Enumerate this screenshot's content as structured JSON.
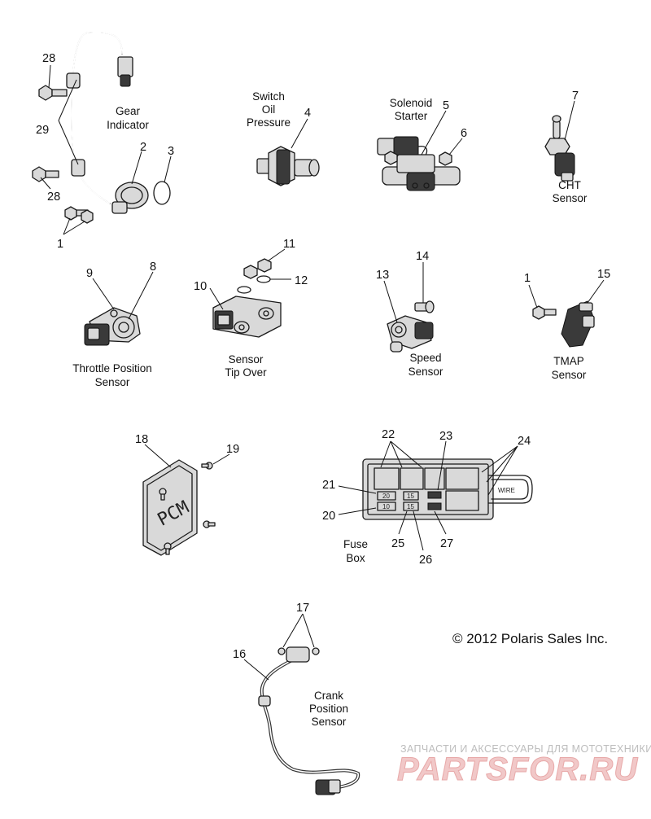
{
  "labels": {
    "gear_indicator": [
      "Gear",
      "Indicator"
    ],
    "switch_oil_pressure": [
      "Switch",
      "Oil",
      "Pressure"
    ],
    "solenoid_starter": [
      "Solenoid",
      "Starter"
    ],
    "cht_sensor": [
      "CHT",
      "Sensor"
    ],
    "throttle_position_sensor": [
      "Throttle Position",
      "Sensor"
    ],
    "sensor_tip_over": [
      "Sensor",
      "Tip Over"
    ],
    "speed_sensor": [
      "Speed",
      "Sensor"
    ],
    "tmap_sensor": [
      "TMAP",
      "Sensor"
    ],
    "fuse_box": [
      "Fuse",
      "Box"
    ],
    "crank_position_sensor": [
      "Crank",
      "Position",
      "Sensor"
    ]
  },
  "callouts": {
    "n28a": "28",
    "n29": "29",
    "n28b": "28",
    "n1a": "1",
    "n2": "2",
    "n3": "3",
    "n4": "4",
    "n5": "5",
    "n6": "6",
    "n7": "7",
    "n9": "9",
    "n8": "8",
    "n11": "11",
    "n10": "10",
    "n12": "12",
    "n13": "13",
    "n14": "14",
    "n1b": "1",
    "n15": "15",
    "n18": "18",
    "n19": "19",
    "n22": "22",
    "n23": "23",
    "n24": "24",
    "n21": "21",
    "n20": "20",
    "n25": "25",
    "n26": "26",
    "n27": "27",
    "n17": "17",
    "n16": "16"
  },
  "part_markings": {
    "pcm": "PCM",
    "wire_tag": "WIRE",
    "fuse_20": "20",
    "fuse_10": "10",
    "fuse_15a": "15",
    "fuse_15b": "15"
  },
  "copyright": "© 2012 Polaris Sales Inc.",
  "watermark": {
    "tagline": "ЗАПЧАСТИ И АКСЕССУАРЫ ДЛЯ МОТОТЕХНИКИ",
    "brand": "PARTSFOR.RU"
  }
}
